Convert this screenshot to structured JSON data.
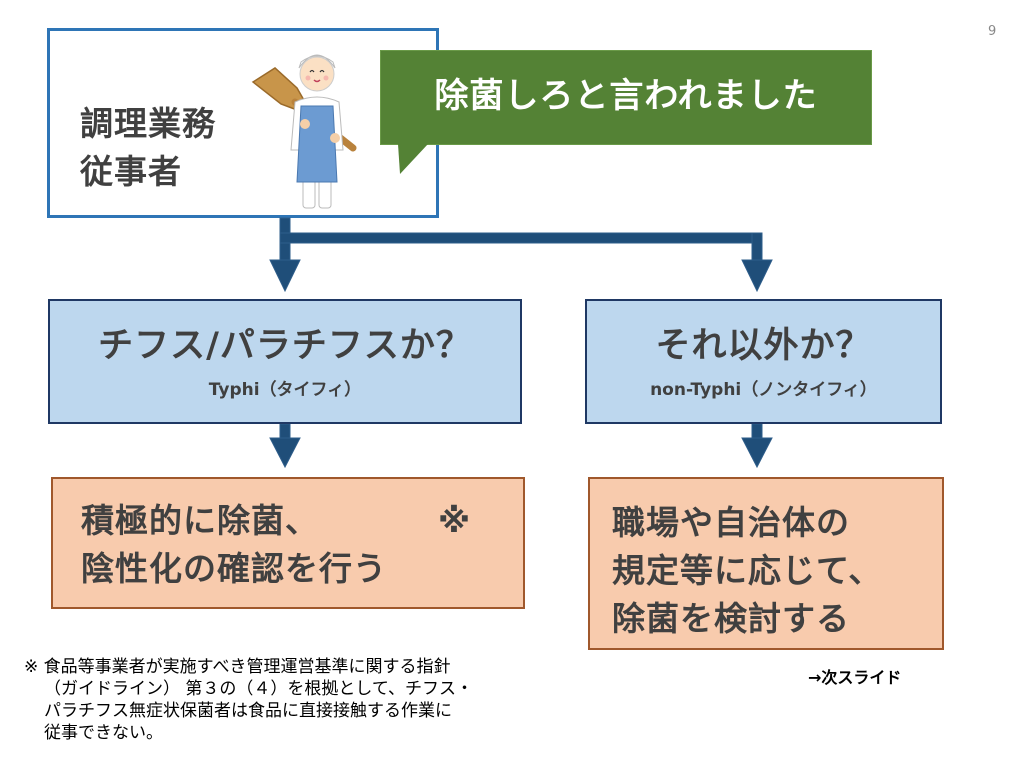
{
  "page_number": "9",
  "colors": {
    "worker_box_border": "#2e75b6",
    "speech_bubble": "#548235",
    "arrow": "#1f4e79",
    "question_fill": "#bdd7ee",
    "question_border": "#1f3864",
    "answer_fill": "#f8cbad",
    "answer_border": "#a0582c",
    "text": "#404040"
  },
  "worker": {
    "label_line1": "調理業務",
    "label_line2": "従事者",
    "illustration": "food-worker-with-paddle-illustration"
  },
  "speech_bubble": {
    "text": "除菌しろと言われました"
  },
  "branches": [
    {
      "question": "チフス/パラチフスか？",
      "subtitle": "Typhi（タイフィ）",
      "action_lines": [
        "積極的に除菌、",
        "陰性化の確認を行う"
      ],
      "action_mark": "※"
    },
    {
      "question": "それ以外か？",
      "subtitle": "non-Typhi（ノンタイフィ）",
      "action_lines": [
        "職場や自治体の",
        "規定等に応じて、",
        "除菌を検討する"
      ]
    }
  ],
  "footnote": {
    "lines": [
      "※ 食品等事業者が実施すべき管理運営基準に関する指針",
      "（ガイドライン） 第３の（４）を根拠として、チフス・",
      "パラチフス無症状保菌者は食品に直接接触する作業に",
      "従事できない。"
    ]
  },
  "next_slide": "→次スライド"
}
